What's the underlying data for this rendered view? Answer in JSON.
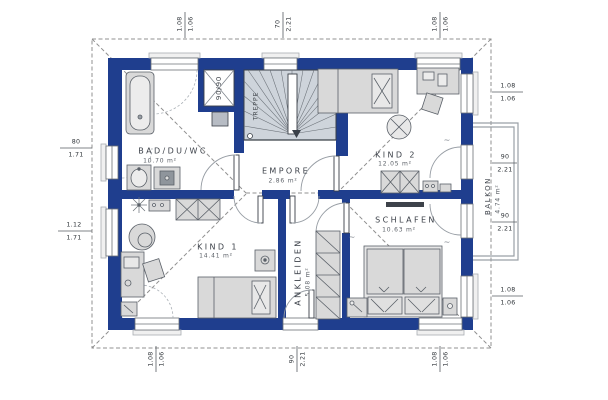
{
  "rooms": {
    "bad": {
      "name": "BAD/DU/WC",
      "area": "10.70 m²"
    },
    "empore": {
      "name": "EMPORE",
      "area": "2.86 m²"
    },
    "kind2": {
      "name": "KIND 2",
      "area": "12.05 m²"
    },
    "schlafen": {
      "name": "SCHLAFEN",
      "area": "10.63 m²"
    },
    "kind1": {
      "name": "KIND 1",
      "area": "14.41 m²"
    },
    "ankleiden": {
      "name": "ANKLEIDEN",
      "area": "5.08 m²"
    },
    "balkon": {
      "name": "BALKON",
      "area": "4.74 m²"
    }
  },
  "stair": {
    "label": "TREPPE"
  },
  "shaft": {
    "label": "90/90"
  },
  "dims": {
    "top": [
      {
        "a": "1.08",
        "b": "1.06"
      },
      {
        "a": "70",
        "b": "2.21"
      },
      {
        "a": "1.08",
        "b": "1.06"
      }
    ],
    "right": [
      {
        "a": "1.08",
        "b": "1.06"
      },
      {
        "a": "90",
        "b": "2.21"
      },
      {
        "a": "90",
        "b": "2.21"
      },
      {
        "a": "1.08",
        "b": "1.06"
      }
    ],
    "bottom": [
      {
        "a": "1.08",
        "b": "1.06"
      },
      {
        "a": "90",
        "b": "2.21"
      },
      {
        "a": "1.08",
        "b": "1.06"
      }
    ],
    "left": [
      {
        "a": "80",
        "b": "1.71"
      },
      {
        "a": "1.12",
        "b": "1.71"
      }
    ]
  },
  "icons": {
    "radiator": "~"
  },
  "colors": {
    "wall": "#1f3e8e",
    "roof_line": "#909090",
    "furniture_fill": "#d9d9d9",
    "stair_fill": "#ced4db",
    "dimension_text": "#2e3338"
  }
}
